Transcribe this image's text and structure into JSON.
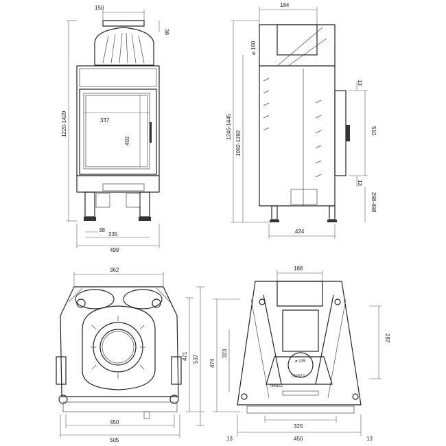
{
  "front_view": {
    "dims": {
      "top_width": "150",
      "top_height": "39",
      "overall_height": "1220-1420",
      "glass_width": "337",
      "glass_height": "402",
      "leg_offset": "38",
      "base_width": "335",
      "overall_width": "499"
    }
  },
  "side_view": {
    "dims": {
      "top_width": "184",
      "flue_diameter": "⌀ 160",
      "overall_height": "1245-1445",
      "flue_height": "1092-1292",
      "top_gap": "13",
      "door_height": "510",
      "bottom_gap": "13",
      "floor_height": "298-498",
      "depth": "424"
    }
  },
  "top_view": {
    "dims": {
      "top_width": "362",
      "inner_depth": "471",
      "overall_depth": "537",
      "inner_width": "450",
      "overall_width": "505"
    }
  },
  "bottom_view": {
    "dims": {
      "top_width": "188",
      "left_height": "474",
      "inner_height": "323",
      "right_height": "287",
      "diameter": "⌀ 135",
      "inner_width": "325",
      "left_margin": "13",
      "overall_width": "450",
      "right_margin": "13"
    },
    "labels": {
      "plate_a": "784822",
      "plate_b": "784822"
    }
  }
}
